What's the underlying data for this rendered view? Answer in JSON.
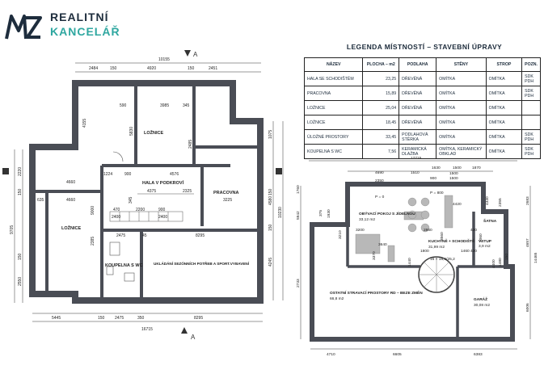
{
  "brand": {
    "line1": "REALITNÍ",
    "line2": "KANCELÁŘ"
  },
  "legend": {
    "title": "LEGENDA MÍSTNOSTÍ – STAVEBNÍ ÚPRAVY",
    "headers": [
      "NÁZEV",
      "PLOCHA – m2",
      "PODLAHA",
      "STĚNY",
      "STROP",
      "POZN."
    ],
    "rows": [
      [
        "HALA SE SCHODIŠTĚM",
        "23,25",
        "DŘEVĚNÁ",
        "OMÍTKA",
        "OMÍTKA",
        "SDK PDH"
      ],
      [
        "PRACOVNA",
        "15,89",
        "DŘEVĚNÁ",
        "OMÍTKA",
        "OMÍTKA",
        "SDK PDH"
      ],
      [
        "LOŽNICE",
        "25,04",
        "DŘEVĚNÁ",
        "OMÍTKA",
        "OMÍTKA",
        ""
      ],
      [
        "LOŽNICE",
        "18,45",
        "DŘEVĚNÁ",
        "OMÍTKA",
        "OMÍTKA",
        ""
      ],
      [
        "ÚLOŽNÉ PROSTORY",
        "33,45",
        "PODLAHOVÁ STĚRKA",
        "OMÍTKA",
        "OMÍTKA",
        "SDK PDH"
      ],
      [
        "KOUPELNA S WC",
        "7,56",
        "KERAMICKÁ DLAŽBA",
        "OMÍTKA, KERAMICKÝ OBKLAD",
        "OMÍTKA",
        "SDK PDH"
      ]
    ]
  },
  "plan_upper": {
    "dims_top": [
      "10155",
      "2484",
      "150",
      "4920",
      "150",
      "2451"
    ],
    "dims_bottom": [
      "5445",
      "150",
      "2475",
      "350",
      "8295",
      "16715"
    ],
    "dims_left": [
      "9705",
      "2220",
      "150",
      "150",
      "2550"
    ],
    "dims_right": [
      "1075",
      "150",
      "4580",
      "10230",
      "4245",
      "150"
    ],
    "dims_inner": [
      "590",
      "3985",
      "345",
      "4155",
      "5830",
      "2485",
      "4660",
      "1224",
      "900",
      "4576",
      "4375",
      "2325",
      "3225",
      "4660",
      "345",
      "635",
      "470",
      "2200",
      "900",
      "2400",
      "2400",
      "9000",
      "2385",
      "2475",
      "8295",
      "45"
    ],
    "section_mark": "A",
    "rooms": [
      "LOŽNICE",
      "HALA V PODKROVÍ",
      "PRACOVNA",
      "LOŽNICE",
      "KOUPELNA S WC",
      "UKLÁDÁNÍ SEZÓNNÍCH POTŘEB A SPORT.VYBAVENÍ"
    ]
  },
  "plan_lower": {
    "dims_top": [
      "17715",
      "1630",
      "1500",
      "1870",
      "4690",
      "2350",
      "1510",
      "1500",
      "900",
      "1500",
      "P = 800",
      "P = 0"
    ],
    "dims_bottom": [
      "4710",
      "6605",
      "6383"
    ],
    "dims_left": [
      "1760",
      "5942",
      "2733",
      "375",
      "3210",
      "1930"
    ],
    "dims_right": [
      "2683",
      "4657",
      "14465",
      "6006",
      "150",
      "2355"
    ],
    "dims_inner": [
      "3200",
      "3370",
      "3640",
      "2860",
      "3560",
      "1460",
      "1440",
      "420",
      "4400",
      "1480",
      "420",
      "16 × 18,6/25,2",
      "4420",
      "2060",
      "1800",
      "4330"
    ],
    "rooms": [
      {
        "name": "OBÝVACÍ POKOJ S JÍDELNOU",
        "area": "33,12 m2"
      },
      {
        "name": "KUCHYNĚ + SCHODIŠTĚ",
        "area": "31,99 m2"
      },
      {
        "name": "ŠATNA",
        "area": ""
      },
      {
        "name": "VSTUP",
        "area": "3,9 m2"
      },
      {
        "name": "OSTATNÍ STRAVACÍ PROSTORY RD – BEZE ZMĚN",
        "area": "66,8 m2"
      },
      {
        "name": "GARÁŽ",
        "area": "30,08 m2"
      }
    ]
  },
  "colors": {
    "wall": "#4a4d55",
    "teal": "#2fa7a0",
    "navy": "#1e2d3d",
    "furniture": "#b8b8b8"
  },
  "icons": [
    "mz-logo-icon",
    "section-marker-icon"
  ]
}
